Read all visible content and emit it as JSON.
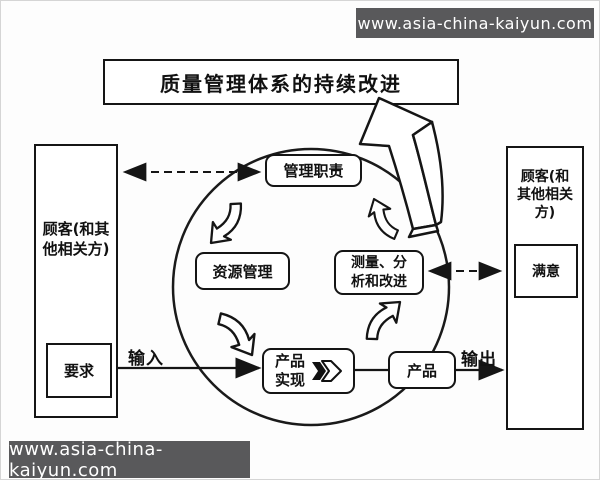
{
  "banners": {
    "top": "www.asia-china-kaiyun.com",
    "bottom": "www.asia-china-kaiyun.com"
  },
  "title_box": {
    "label": "质量管理体系的持续改进"
  },
  "customer_left": {
    "label": "顾客(和其他相关方)",
    "requirement": "要求"
  },
  "customer_right": {
    "label": "顾客(和其他相关方)",
    "satisfaction": "满意"
  },
  "process": {
    "management": "管理职责",
    "resources": "资源管理",
    "measurement": "测量、分析和改进",
    "realization": "产品实现",
    "product": "产品"
  },
  "flows": {
    "input": "输入",
    "output": "输出"
  },
  "colors": {
    "line": "#1a1a1a",
    "banner_bg": "#59595b",
    "banner_text": "#ffffff",
    "background": "#fdfdfd"
  }
}
